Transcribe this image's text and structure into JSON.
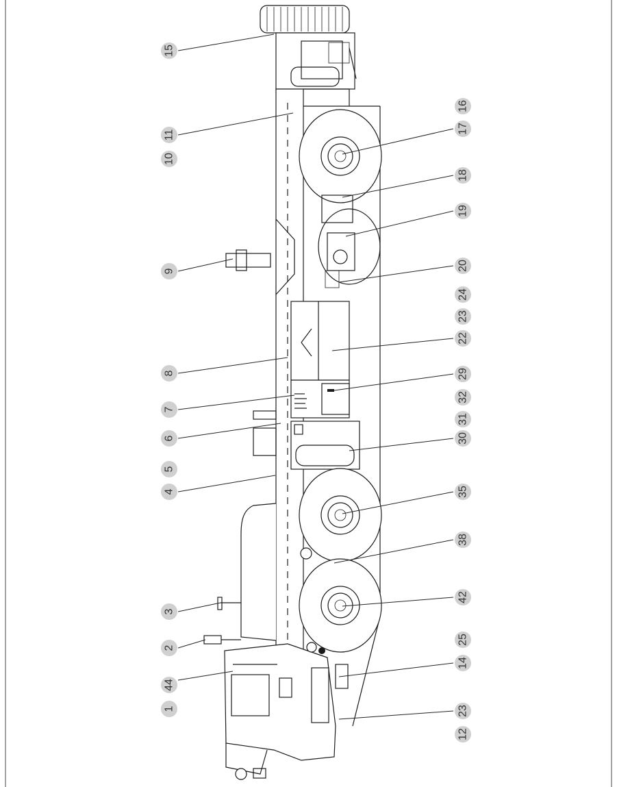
{
  "colors": {
    "line": "#1a1a1a",
    "callout_fill": "#d0d0d0",
    "callout_text": "#333333",
    "background": "#ffffff"
  },
  "callouts_left": [
    "15",
    "11",
    "10",
    "9",
    "8",
    "7",
    "6",
    "5",
    "4",
    "3",
    "2",
    "44",
    "1"
  ],
  "callouts_right": [
    "16",
    "17",
    "18",
    "19",
    "20",
    "24",
    "23",
    "22",
    "29",
    "32",
    "31",
    "30",
    "35",
    "38",
    "42",
    "25",
    "14",
    "23",
    "12"
  ]
}
